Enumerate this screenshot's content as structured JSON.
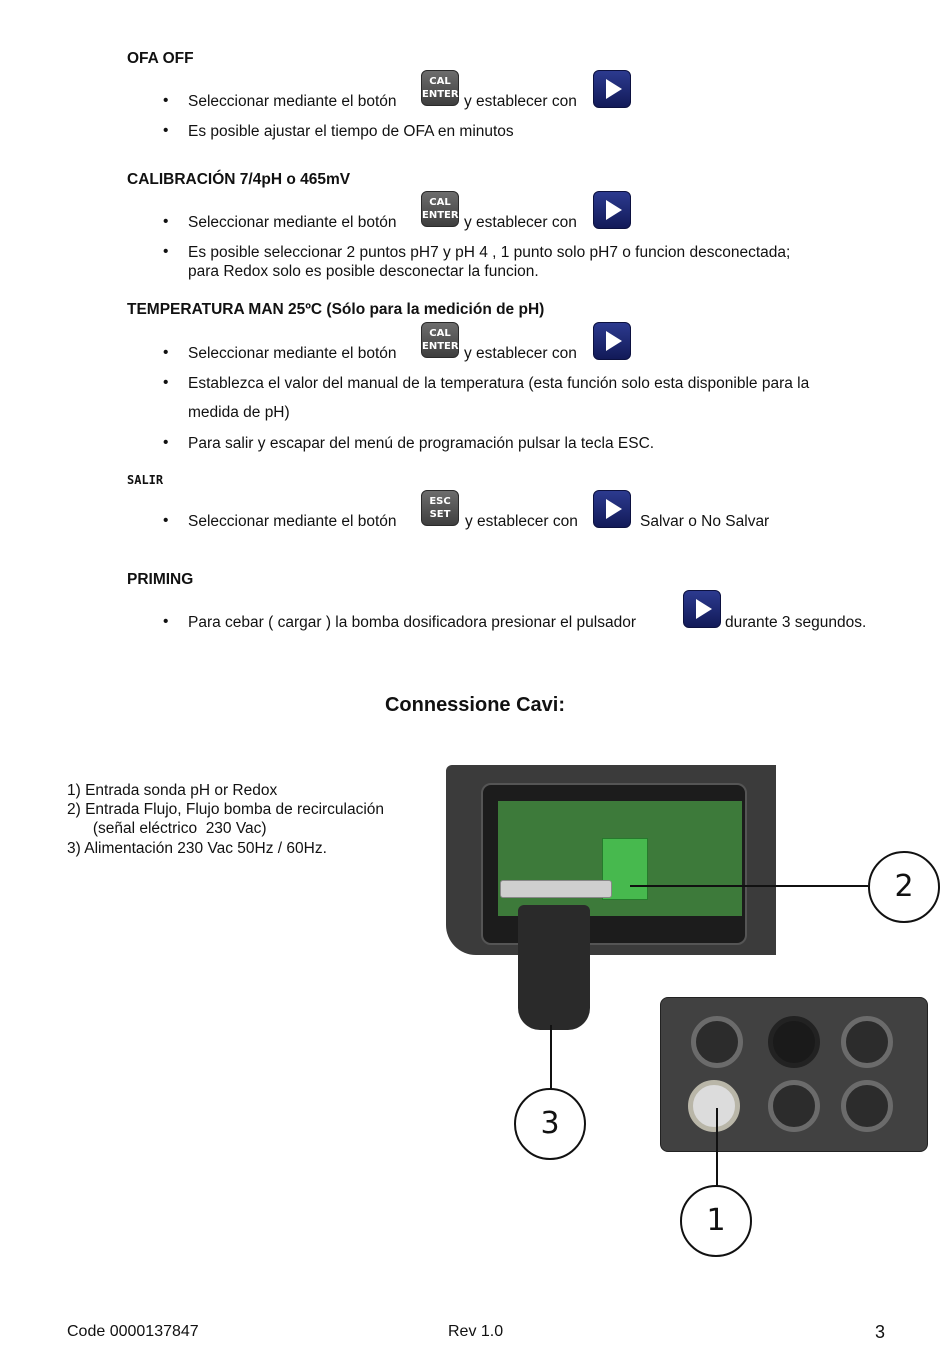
{
  "sections": {
    "ofa": {
      "title": "OFA OFF",
      "b1_pre": "Seleccionar mediante el botón",
      "b1_post": "y establecer con",
      "b2": "Es posible ajustar el tiempo de  OFA en  minutos"
    },
    "cal": {
      "title": "CALIBRACIÓN 7/4pH o 465mV",
      "b1_pre": "Seleccionar mediante el botón",
      "b1_post": "y establecer con",
      "b2_l1": "Es posible seleccionar 2 puntos pH7 y pH 4 , 1 punto solo pH7 o funcion desconectada;",
      "b2_l2": "para Redox solo es posible desconectar la funcion."
    },
    "temp": {
      "title": "TEMPERATURA MAN 25ºC  (Sólo para la medición de pH)",
      "b1_pre": "Seleccionar mediante el botón",
      "b1_post": "y establecer con",
      "b2_l1": "Establezca el valor del manual de la temperatura (esta función solo esta disponible para la",
      "b2_l2": "medida de pH)",
      "b3": "Para salir y escapar del menú de programación pulsar la tecla  ESC."
    },
    "salir": {
      "title": "SALIR",
      "b1_pre": "Seleccionar mediante el botón",
      "b1_post": "y establecer con",
      "b1_end": "Salvar o No Salvar"
    },
    "priming": {
      "title": "PRIMING",
      "b1_pre": "Para cebar ( cargar ) la bomba dosificadora presionar el pulsador",
      "b1_post": "durante 3 segundos."
    }
  },
  "buttons": {
    "cal_l1": "CAL",
    "cal_l2": "ENTER",
    "esc_l1": "ESC",
    "esc_l2": "SET"
  },
  "connections": {
    "title": "Connessione Cavi:",
    "items": [
      "1)  Entrada sonda pH or Redox",
      "2)  Entrada Flujo, Flujo bomba de recirculación",
      "      (señal eléctrico  230 Vac)",
      "3)  Alimentación 230 Vac 50Hz / 60Hz."
    ],
    "callouts": [
      "1",
      "2",
      "3"
    ]
  },
  "footer": {
    "code": "Code 0000137847",
    "rev": "Rev 1.0",
    "page": "3"
  }
}
